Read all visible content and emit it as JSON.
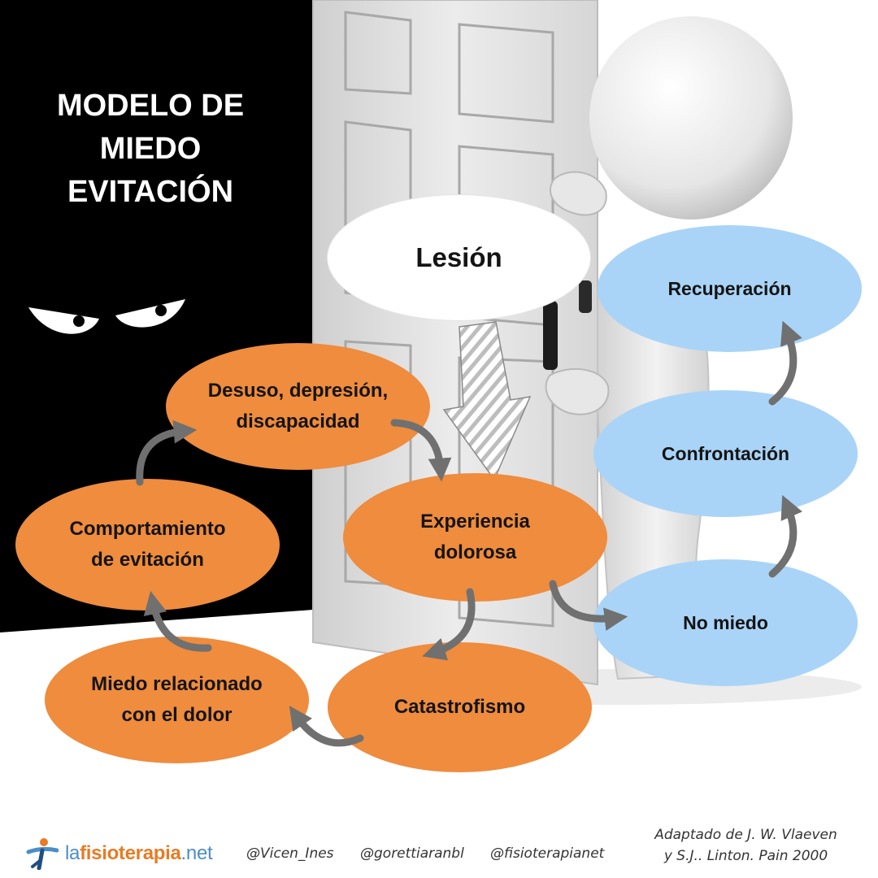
{
  "title": {
    "line1": "MODELO DE",
    "line2": "MIEDO",
    "line3": "EVITACIÓN"
  },
  "nodes": {
    "lesion": "Lesión",
    "experiencia": {
      "line1": "Experiencia",
      "line2": "dolorosa"
    },
    "catastrofismo": "Catastrofismo",
    "miedo": {
      "line1": "Miedo relacionado",
      "line2": "con el dolor"
    },
    "comportamiento": {
      "line1": "Comportamiento",
      "line2": "de evitación"
    },
    "desuso": {
      "line1": "Desuso, depresión,",
      "line2": "discapacidad"
    },
    "no_miedo": "No miedo",
    "confrontacion": "Confrontación",
    "recuperacion": "Recuperación"
  },
  "footer": {
    "logo": {
      "part1": "la",
      "part2": "fisioterapia",
      "part3": ".net"
    },
    "handles": [
      "@Vicen_Ines",
      "@gorettiaranbl",
      "@fisioterapianet"
    ],
    "credit": {
      "line1": "Adaptado de J. W. Vlaeven",
      "line2": "y S.J.. Linton. Pain 2000"
    }
  },
  "colors": {
    "fear_path": "#ef8c3d",
    "recovery_path": "#a9d4f7",
    "injury": "#ffffff",
    "arrow": "#707070",
    "dark_panel": "#000000"
  },
  "icons": [
    "eyes-icon",
    "door-illustration",
    "figure-illustration",
    "runner-logo-icon"
  ]
}
